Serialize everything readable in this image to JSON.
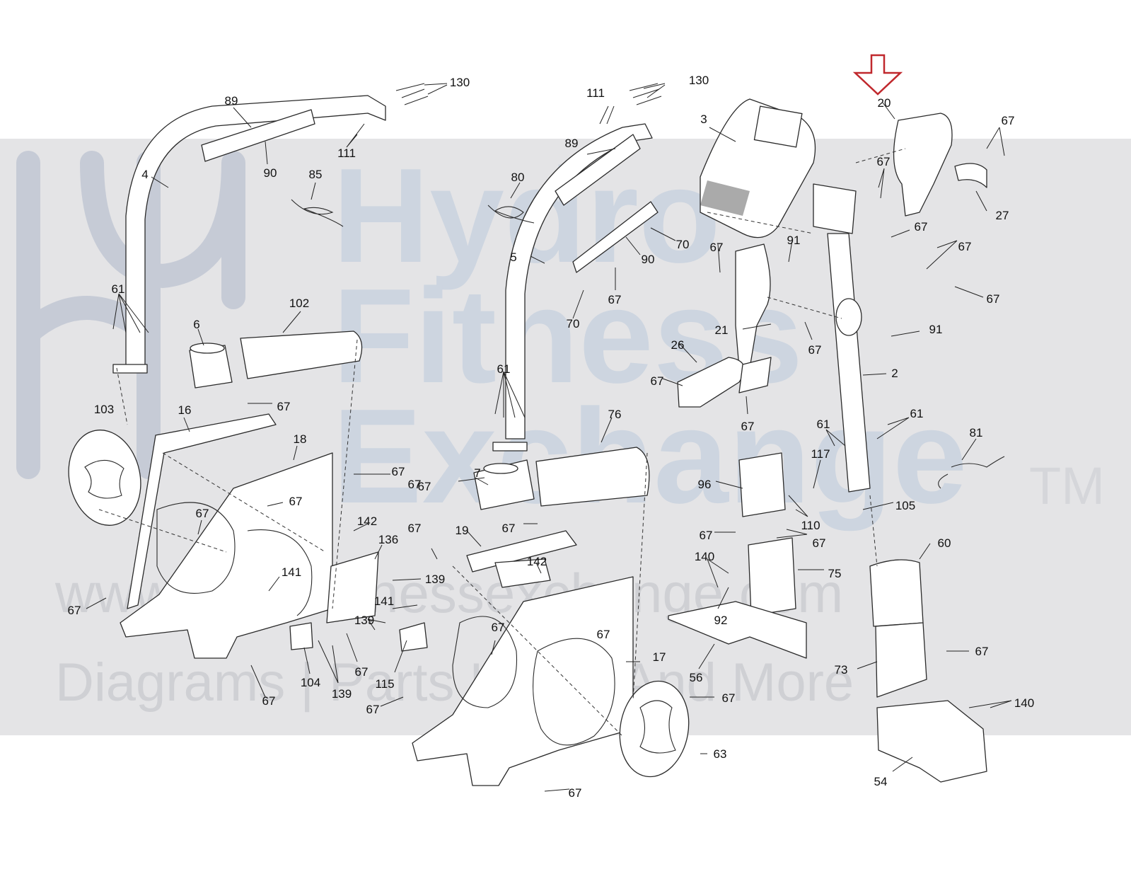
{
  "watermark": {
    "brand_lines": [
      "Hydro",
      "Fitness",
      "Exchange"
    ],
    "trademark": "TM",
    "url": "www.hydrofitnessexchange.com",
    "tagline": "Diagrams | Parts Lists | And More"
  },
  "highlight": {
    "arrow_color": "#c0282d",
    "highlighted_part": "20"
  },
  "callouts": [
    "130",
    "111",
    "89",
    "90",
    "4",
    "85",
    "61",
    "102",
    "6",
    "67",
    "103",
    "16",
    "18",
    "67",
    "67",
    "67",
    "142",
    "136",
    "141",
    "139",
    "67",
    "67",
    "104",
    "139",
    "67",
    "139",
    "115",
    "141",
    "67",
    "67",
    "130",
    "111",
    "89",
    "80",
    "90",
    "70",
    "5",
    "67",
    "70",
    "61",
    "76",
    "7",
    "67",
    "67",
    "19",
    "142",
    "67",
    "17",
    "67",
    "63",
    "67",
    "67",
    "3",
    "20",
    "67",
    "67",
    "27",
    "67",
    "67",
    "67",
    "91",
    "67",
    "21",
    "91",
    "67",
    "26",
    "67",
    "2",
    "67",
    "61",
    "61",
    "81",
    "117",
    "96",
    "110",
    "105",
    "67",
    "67",
    "140",
    "75",
    "92",
    "56",
    "60",
    "67",
    "73",
    "140",
    "54",
    "67"
  ]
}
